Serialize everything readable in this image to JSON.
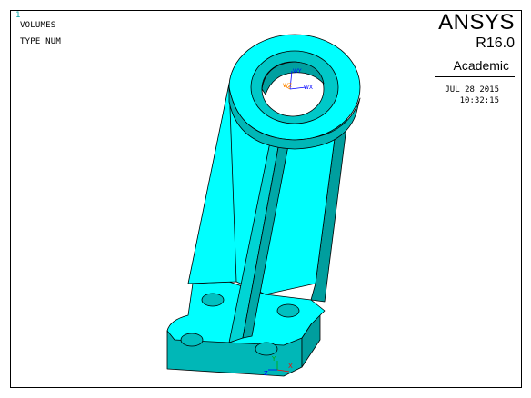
{
  "window": {
    "number": "1"
  },
  "labels": {
    "line1": "VOLUMES",
    "line2": "TYPE NUM"
  },
  "brand": {
    "name": "ANSYS",
    "version": "R16.0",
    "edition": "Academic"
  },
  "stamp": {
    "date": "JUL 28 2015",
    "time": "10:32:15"
  },
  "wp_triad": {
    "x": "WX",
    "y": "WY",
    "z": "WZ"
  },
  "global_triad": {
    "x": "X",
    "y": "Y",
    "z": "Z"
  },
  "colors": {
    "volume_fill": "#00ffff",
    "volume_shade": "#00b3b3",
    "edge": "#000000",
    "background": "#ffffff"
  }
}
